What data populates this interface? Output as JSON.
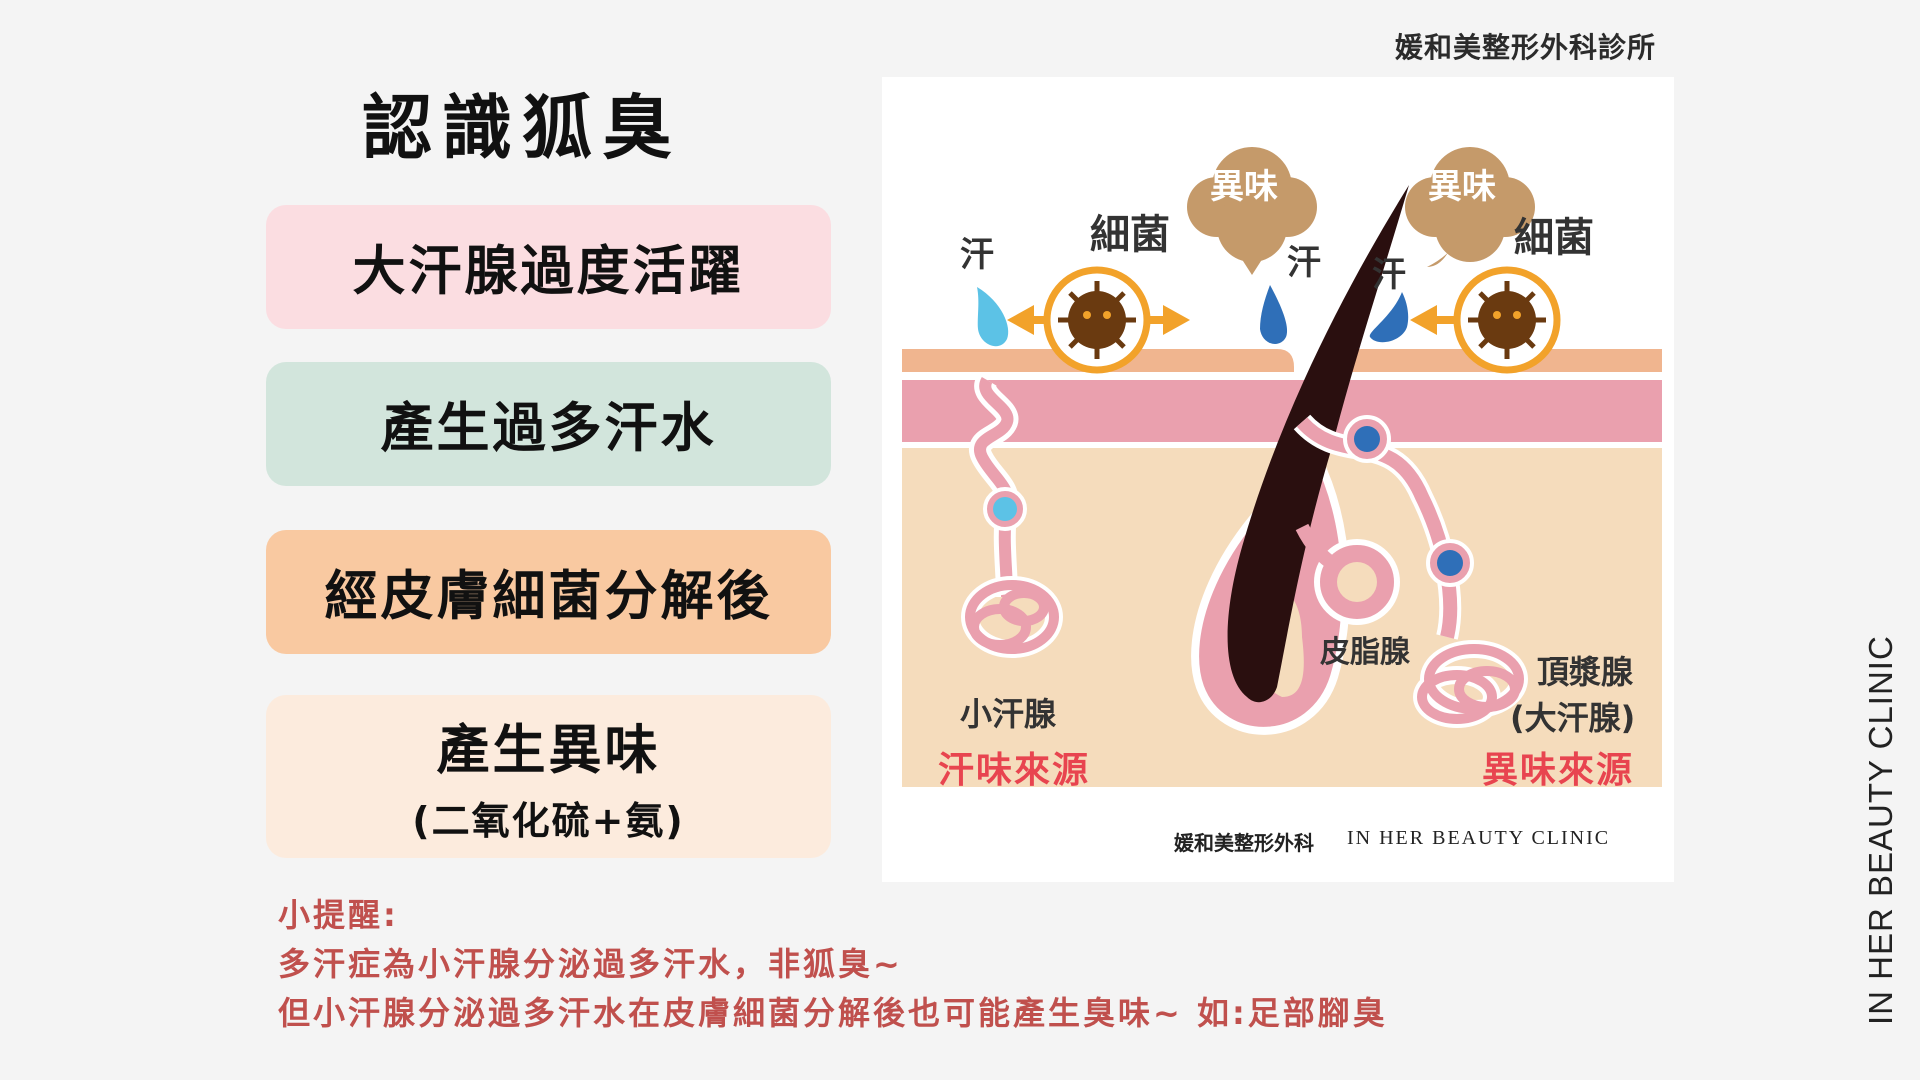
{
  "clinic_header": "媛和美整形外科診所",
  "title": "認識狐臭",
  "steps": [
    {
      "label": "大汗腺過度活躍",
      "color": "#fbdde1"
    },
    {
      "label": "產生過多汗水",
      "color": "#d2e5dc"
    },
    {
      "label": "經皮膚細菌分解後",
      "color": "#f9c9a1"
    },
    {
      "label": "產生異味",
      "sub": "(二氧化硫+氨)",
      "color": "#fcebdd"
    }
  ],
  "diagram": {
    "sweat_left": "汗",
    "bacteria_left": "細菌",
    "odor_left": "異味",
    "sweat_mid_left": "汗",
    "sweat_mid_right": "汗",
    "odor_right": "異味",
    "bacteria_right": "細菌",
    "sebaceous_gland": "皮脂腺",
    "eccrine_gland": "小汗腺",
    "eccrine_source": "汗味來源",
    "apocrine_gland": "頂漿腺",
    "apocrine_alias": "(大汗腺)",
    "apocrine_source": "異味來源",
    "footer_cn": "媛和美整形外科",
    "footer_en": "IN HER BEAUTY CLINIC"
  },
  "tips": {
    "heading": "小提醒:",
    "line1": "多汗症為小汗腺分泌過多汗水，非狐臭~",
    "line2": "但小汗腺分泌過多汗水在皮膚細菌分解後也可能產生臭味~ 如:足部腳臭"
  },
  "side_brand": "IN HER BEAUTY CLINIC",
  "colors": {
    "accent_red": "#c0504d",
    "diagram_red": "#e8444f",
    "skin_pink": "#eaa0ae",
    "skin_tan": "#f5dcbc",
    "hair": "#2a0f0f",
    "odor_cloud": "#c59a6a",
    "arrow_orange": "#f2a22a",
    "sweat_light": "#5cc2e6",
    "sweat_dark": "#2f6fb8"
  }
}
